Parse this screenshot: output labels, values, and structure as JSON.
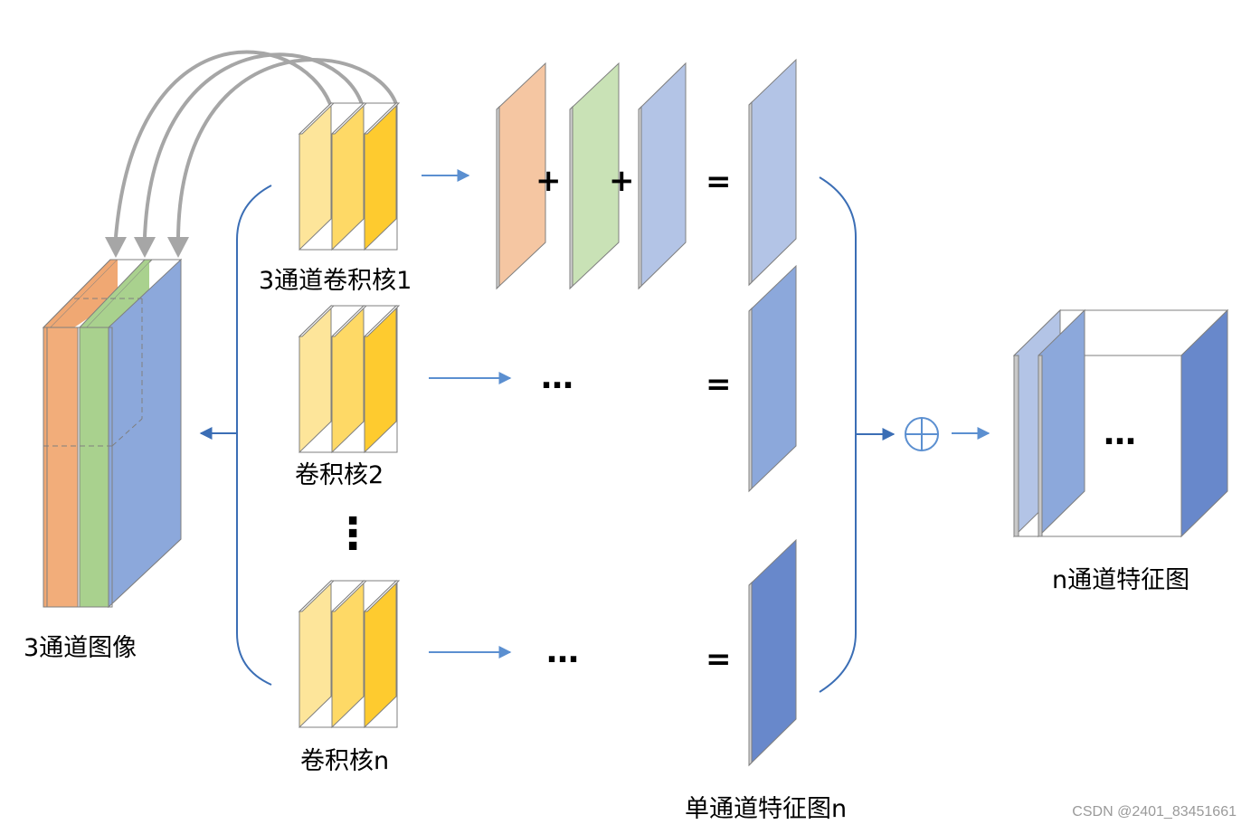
{
  "labels": {
    "input_image": "3通道图像",
    "kernel_1": "3通道卷积核1",
    "kernel_2": "卷积核2",
    "kernel_n": "卷积核n",
    "single_feature_map": "单通道特征图n",
    "output_feature_map": "n通道特征图"
  },
  "operators": {
    "plus": "+",
    "equals": "=",
    "ellipsis": "…",
    "vertical_ellipsis": "⋮"
  },
  "watermark": "CSDN @2401_83451661",
  "colors": {
    "orange": "#f5c6a2",
    "green": "#c9e2b6",
    "blue_light": "#b3c4e6",
    "blue_mid": "#8ca8db",
    "blue_dark": "#6888cb",
    "kernel_yellow_1": "#fde59a",
    "kernel_yellow_2": "#fed966",
    "kernel_yellow_3": "#fecb2f",
    "bracket_blue": "#3b6eb5",
    "arrow_blue": "#5b8fd0",
    "curve_gray": "#a6a6a6"
  }
}
